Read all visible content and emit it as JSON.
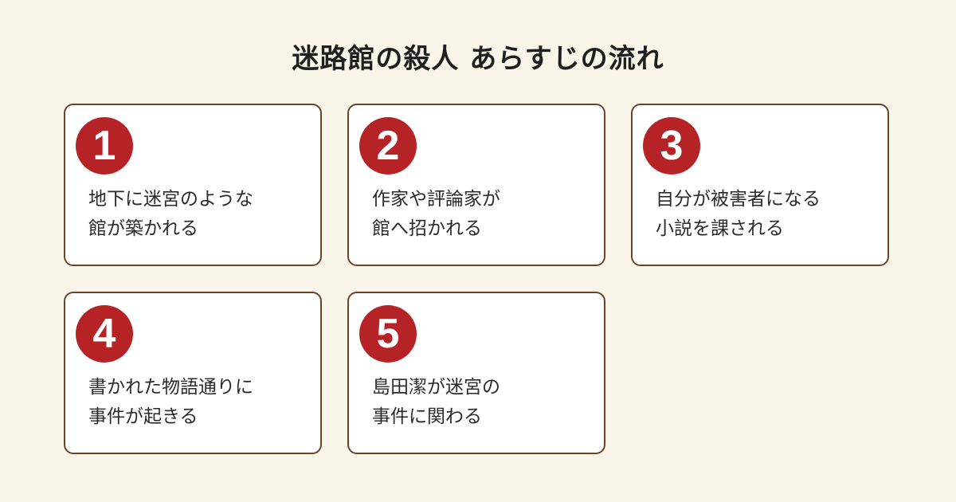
{
  "title": "迷路館の殺人 あらすじの流れ",
  "steps": [
    {
      "number": "1",
      "lines": [
        "地下に迷宮のような",
        "館が築かれる"
      ]
    },
    {
      "number": "2",
      "lines": [
        "作家や評論家が",
        "館へ招かれる"
      ]
    },
    {
      "number": "3",
      "lines": [
        "自分が被害者になる",
        "小説を課される"
      ]
    },
    {
      "number": "4",
      "lines": [
        "書かれた物語通りに",
        "事件が起きる"
      ]
    },
    {
      "number": "5",
      "lines": [
        "島田潔が迷宮の",
        "事件に関わる"
      ]
    }
  ],
  "colors": {
    "background": "#faf5e9",
    "card_border": "#6b4226",
    "badge": "#b52326"
  }
}
